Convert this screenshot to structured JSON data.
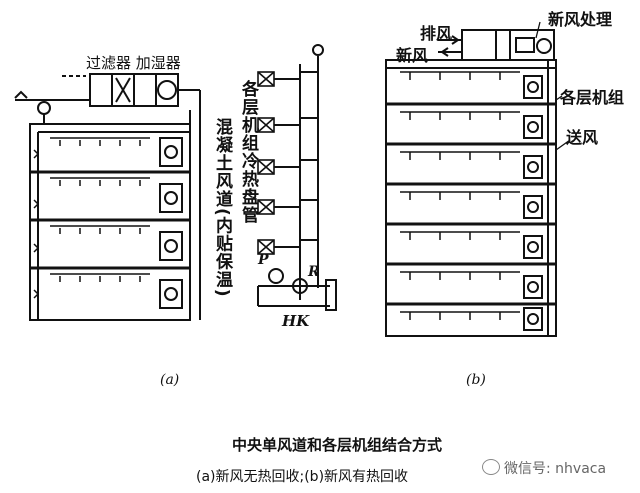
{
  "diagram": {
    "a": {
      "label_filter_humidifier": "过滤器 加湿器",
      "label_duct": "混凝土风道(内贴保温)",
      "label_coils": "各层机组冷热盘管",
      "label_P": "P",
      "label_R": "R",
      "label_HK": "HK",
      "caption": "(a)"
    },
    "b": {
      "label_exhaust": "排风",
      "label_fresh_air": "新风",
      "label_fresh_treat": "新风处理",
      "label_units": "各层机组",
      "label_supply": "送风",
      "caption": "(b)"
    },
    "title": "中央单风道和各层机组结合方式",
    "subtitle": "(a)新风无热回收;(b)新风有热回收",
    "watermark": "微信号: nhvaca"
  }
}
